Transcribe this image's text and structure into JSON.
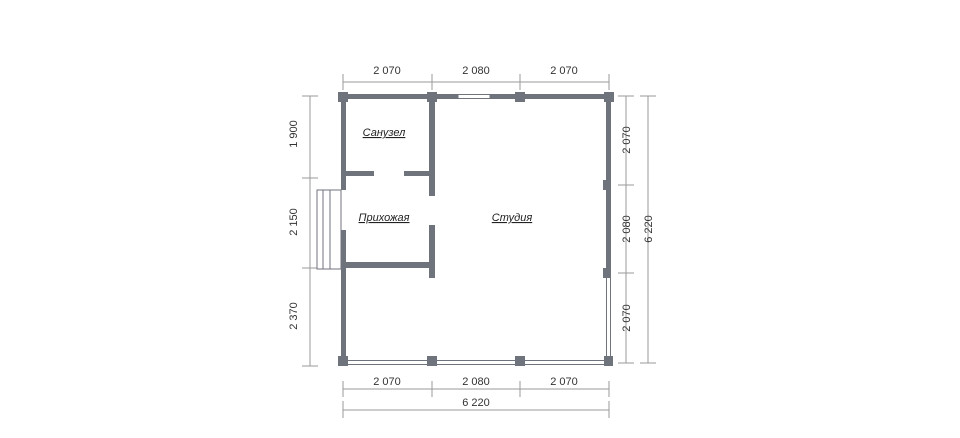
{
  "rooms": {
    "bathroom": "Санузел",
    "hallway": "Прихожая",
    "studio": "Студия"
  },
  "dimensions": {
    "top": [
      "2 070",
      "2 080",
      "2 070"
    ],
    "bottom": [
      "2 070",
      "2 080",
      "2 070"
    ],
    "bottom_total": "6 220",
    "left": [
      "1 900",
      "2 150",
      "2 370"
    ],
    "right": [
      "2 070",
      "2 080",
      "2 070"
    ],
    "right_total": "6 220"
  },
  "colors": {
    "wall": "#6f737c",
    "dimension_line": "#9a9a9a",
    "text": "#333333"
  }
}
